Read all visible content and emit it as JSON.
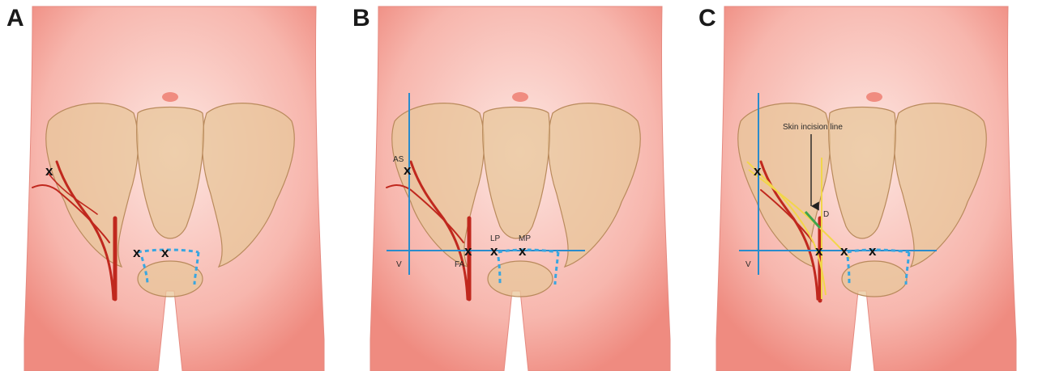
{
  "panels": [
    {
      "letter": "A"
    },
    {
      "letter": "B",
      "labels": {
        "as": "AS",
        "v": "V",
        "fa": "FA",
        "lp": "LP",
        "mp": "MP"
      }
    },
    {
      "letter": "C",
      "labels": {
        "v": "V",
        "d": "D",
        "skin_incision": "Skin incision line"
      }
    }
  ],
  "marker_glyph": "x",
  "colors": {
    "skin": "#f4a8a0",
    "skin_light": "#fde3de",
    "bone": "#e8c59a",
    "bone_stroke": "#b98a5c",
    "artery": "#c0281e",
    "guide_line": "#2a8ccc",
    "dashed_line": "#39a6e0",
    "nerve_yellow": "#f2d64a",
    "green_segment": "#3fa34d"
  }
}
